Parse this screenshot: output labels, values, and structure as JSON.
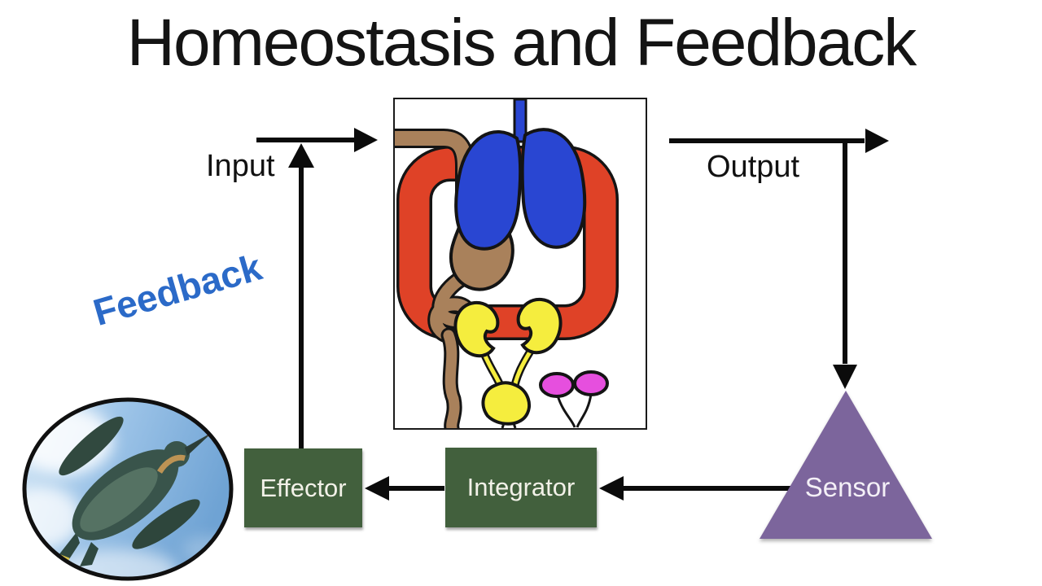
{
  "title": "Homeostasis and Feedback",
  "flow": {
    "input_label": "Input",
    "output_label": "Output",
    "feedback_label": "Feedback",
    "sensor_label": "Sensor",
    "integrator_label": "Integrator",
    "effector_label": "Effector"
  },
  "colors": {
    "background": "#ffffff",
    "title_text": "#141414",
    "arrow_black": "#0b0b0b",
    "feedback_text": "#2b6ac8",
    "node_box_green": "#42603d",
    "node_box_text": "#f2f1e8",
    "sensor_triangle_purple": "#7c659c",
    "organ_loop_red": "#df4227",
    "organ_lungs_blue": "#2946d2",
    "organ_digestive_brown": "#a9815b",
    "organ_kidneys_yellow": "#f5ed3e",
    "organ_gonads_magenta": "#e64fde"
  },
  "images": {
    "center_icon": "cartoon-human-organ-systems",
    "corner_photo": "penguin-swimming-underwater-oval"
  }
}
